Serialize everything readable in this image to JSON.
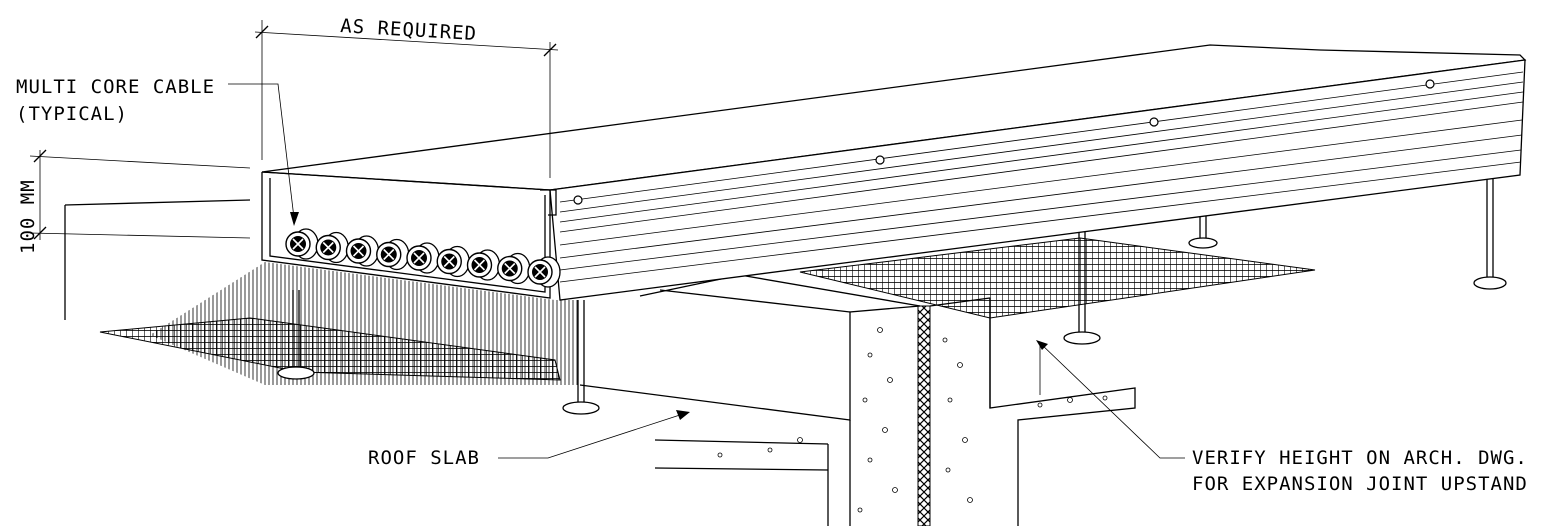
{
  "labels": {
    "as_required": "AS REQUIRED",
    "cable_line1": "MULTI CORE CABLE",
    "cable_line2": "(TYPICAL)",
    "height_dim": "100 MM",
    "roof_slab": "ROOF SLAB",
    "verify_line1": "VERIFY HEIGHT ON ARCH. DWG.",
    "verify_line2": "FOR EXPANSION JOINT UPSTAND"
  },
  "cable_count": 9
}
